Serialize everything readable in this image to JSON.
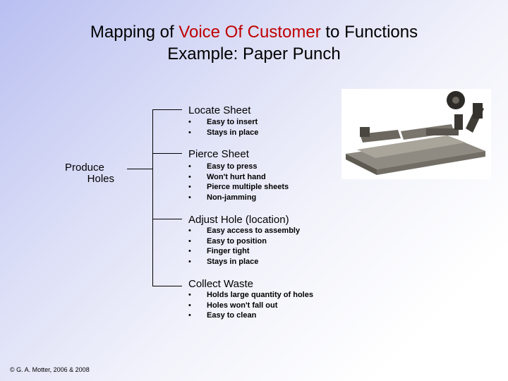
{
  "title": {
    "line1_prefix": "Mapping of ",
    "line1_highlight": "Voice Of Customer",
    "line1_suffix": " to Functions",
    "line2": "Example:  Paper Punch"
  },
  "root": {
    "line1": "Produce",
    "line2": "Holes"
  },
  "functions": [
    {
      "title": "Locate Sheet",
      "bullets": [
        "Easy to insert",
        "Stays in place"
      ]
    },
    {
      "title": "Pierce Sheet",
      "bullets": [
        "Easy to press",
        "Won't hurt hand",
        "Pierce multiple sheets",
        "Non-jamming"
      ]
    },
    {
      "title": "Adjust Hole (location)",
      "bullets": [
        "Easy access to assembly",
        "Easy to position",
        "Finger tight",
        "Stays in place"
      ]
    },
    {
      "title": "Collect Waste",
      "bullets": [
        "Holds large quantity of holes",
        "Holes won't fall out",
        "Easy to clean"
      ]
    }
  ],
  "image": {
    "subject": "paper-punch-photo"
  },
  "footer": {
    "copyright": "© G. A. Motter, 2006 & 2008"
  },
  "colors": {
    "highlight": "#c00000",
    "background_gradient_start": "#b9bff1"
  }
}
